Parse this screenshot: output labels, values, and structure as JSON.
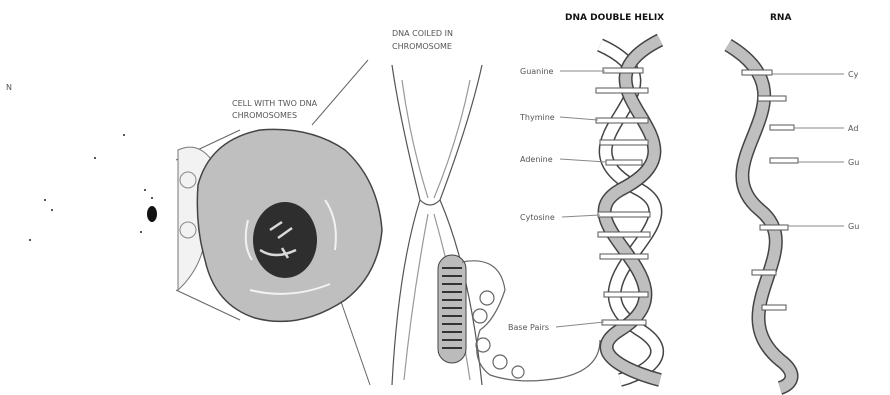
{
  "headings": {
    "dna_double_helix": "DNA DOUBLE HELIX",
    "rna": "RNA"
  },
  "labels": {
    "left_partial": "N",
    "cell_text_line1": "CELL WITH TWO DNA",
    "cell_text_line2": "CHROMOSOMES",
    "coiled_line1": "DNA COILED IN",
    "coiled_line2": "CHROMOSOME"
  },
  "dna_bases": [
    "Guanine",
    "Thymine",
    "Adenine",
    "Cytosine",
    "Base Pairs"
  ],
  "rna_bases": [
    "Cy",
    "Ad",
    "Gu",
    "Gu"
  ],
  "colors": {
    "shade": "#bfbfbf",
    "dark": "#333333",
    "stroke": "#444444"
  }
}
